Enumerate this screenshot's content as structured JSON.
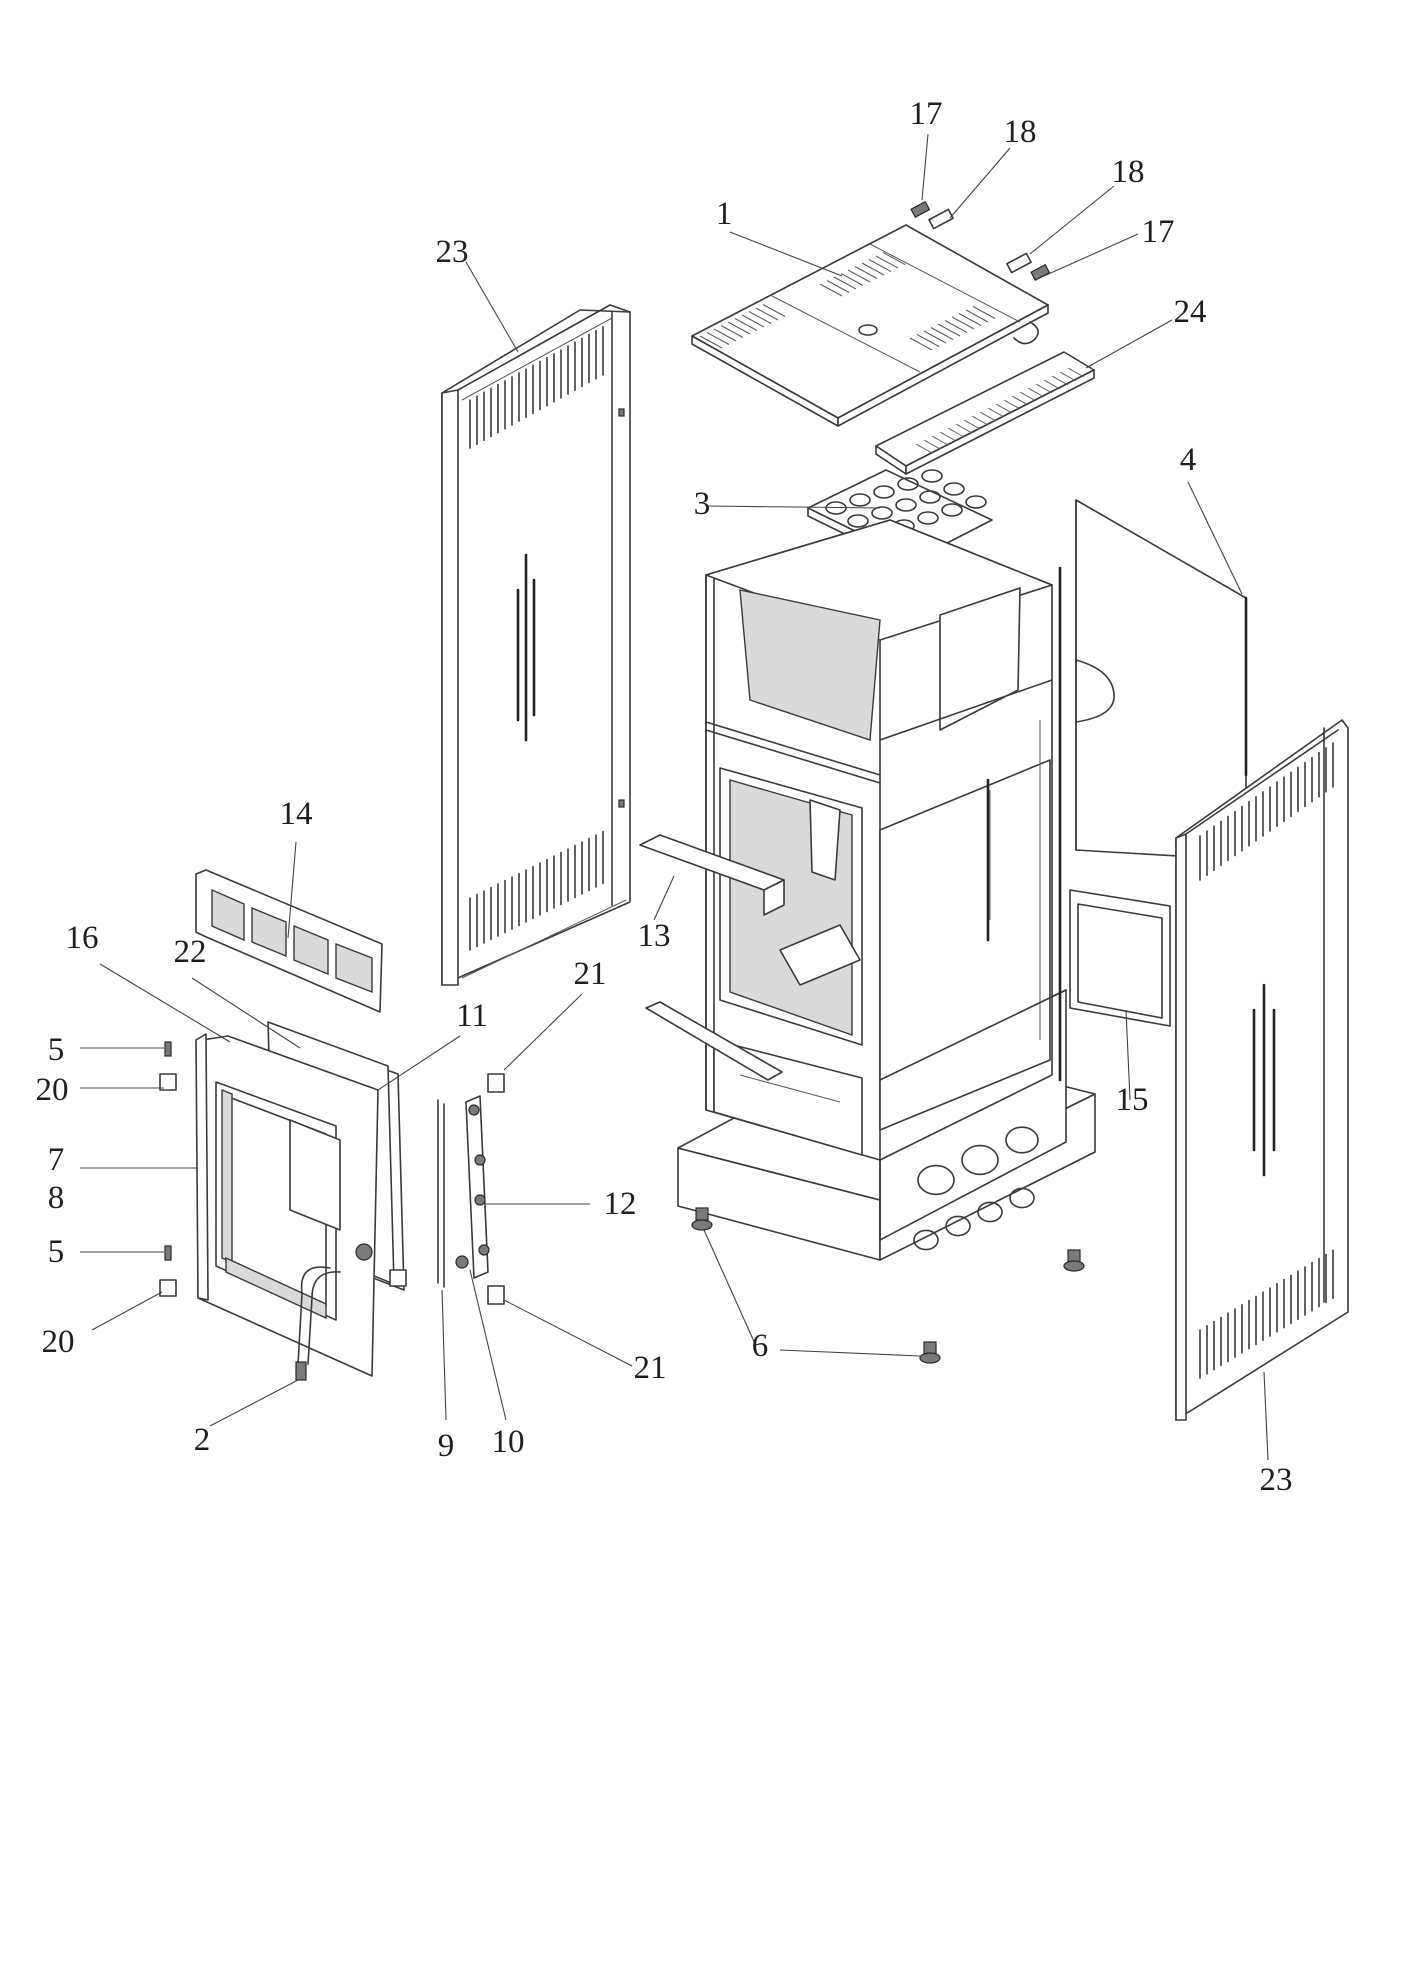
{
  "callouts": [
    {
      "id": "c17a",
      "text": "17"
    },
    {
      "id": "c18a",
      "text": "18"
    },
    {
      "id": "c18b",
      "text": "18"
    },
    {
      "id": "c17b",
      "text": "17"
    },
    {
      "id": "c1",
      "text": "1"
    },
    {
      "id": "c24",
      "text": "24"
    },
    {
      "id": "c23a",
      "text": "23"
    },
    {
      "id": "c3",
      "text": "3"
    },
    {
      "id": "c4",
      "text": "4"
    },
    {
      "id": "c14",
      "text": "14"
    },
    {
      "id": "c16",
      "text": "16"
    },
    {
      "id": "c22",
      "text": "22"
    },
    {
      "id": "c13",
      "text": "13"
    },
    {
      "id": "c21a",
      "text": "21"
    },
    {
      "id": "c11",
      "text": "11"
    },
    {
      "id": "c5a",
      "text": "5"
    },
    {
      "id": "c20a",
      "text": "20"
    },
    {
      "id": "c7",
      "text": "7"
    },
    {
      "id": "c8",
      "text": "8"
    },
    {
      "id": "c12",
      "text": "12"
    },
    {
      "id": "c15",
      "text": "15"
    },
    {
      "id": "c5b",
      "text": "5"
    },
    {
      "id": "c20b",
      "text": "20"
    },
    {
      "id": "c6",
      "text": "6"
    },
    {
      "id": "c21b",
      "text": "21"
    },
    {
      "id": "c2",
      "text": "2"
    },
    {
      "id": "c9",
      "text": "9"
    },
    {
      "id": "c10",
      "text": "10"
    },
    {
      "id": "c23b",
      "text": "23"
    }
  ],
  "colors": {
    "line": "#3a3a3a",
    "label": "#1f1f1f",
    "background": "#ffffff"
  }
}
